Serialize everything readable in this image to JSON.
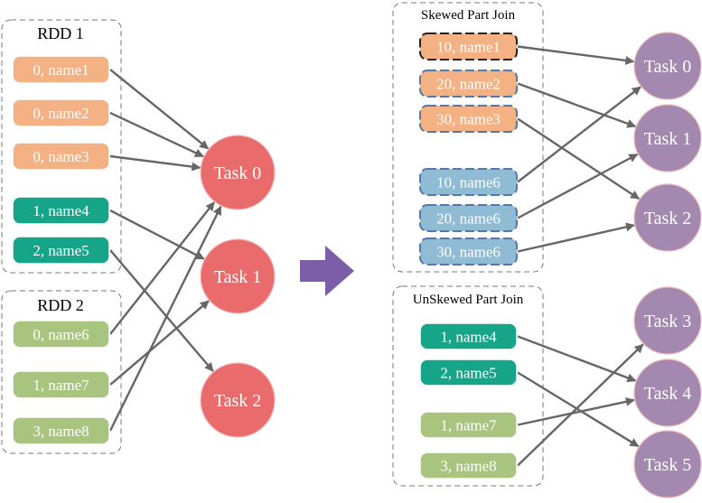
{
  "left": {
    "rdd1": {
      "title": "RDD 1",
      "items": [
        {
          "label": "0, name1",
          "color": "#f4b183"
        },
        {
          "label": "0, name2",
          "color": "#f4b183"
        },
        {
          "label": "0, name3",
          "color": "#f4b183"
        },
        {
          "label": "1, name4",
          "color": "#17a589"
        },
        {
          "label": "2, name5",
          "color": "#17a589"
        }
      ]
    },
    "rdd2": {
      "title": "RDD 2",
      "items": [
        {
          "label": "0, name6",
          "color": "#a9c47f"
        },
        {
          "label": "1, name7",
          "color": "#a9c47f"
        },
        {
          "label": "3, name8",
          "color": "#a9c47f"
        }
      ]
    },
    "tasks": [
      {
        "label": "Task 0",
        "color": "#ea6b6b"
      },
      {
        "label": "Task 1",
        "color": "#ea6b6b"
      },
      {
        "label": "Task 2",
        "color": "#ea6b6b"
      }
    ]
  },
  "right": {
    "skewed": {
      "title": "Skewed Part Join",
      "items": [
        {
          "label": "10, name1",
          "color": "#f4b183"
        },
        {
          "label": "20, name2",
          "color": "#f4b183"
        },
        {
          "label": "30, name3",
          "color": "#f4b183"
        },
        {
          "label": "10, name6",
          "color": "#8fbcd4"
        },
        {
          "label": "20, name6",
          "color": "#8fbcd4"
        },
        {
          "label": "30, name6",
          "color": "#8fbcd4"
        }
      ]
    },
    "unskewed": {
      "title": "UnSkewed Part Join",
      "items": [
        {
          "label": "1, name4",
          "color": "#17a589"
        },
        {
          "label": "2, name5",
          "color": "#17a589"
        },
        {
          "label": "1, name7",
          "color": "#a9c47f"
        },
        {
          "label": "3, name8",
          "color": "#a9c47f"
        }
      ]
    },
    "tasks": [
      {
        "label": "Task 0",
        "color": "#a389b0"
      },
      {
        "label": "Task 1",
        "color": "#a389b0"
      },
      {
        "label": "Task 2",
        "color": "#a389b0"
      },
      {
        "label": "Task 3",
        "color": "#a389b0"
      },
      {
        "label": "Task 4",
        "color": "#a389b0"
      },
      {
        "label": "Task 5",
        "color": "#a389b0"
      }
    ]
  },
  "arrow_color": "#7b5ea7",
  "edge_color": "#666666"
}
